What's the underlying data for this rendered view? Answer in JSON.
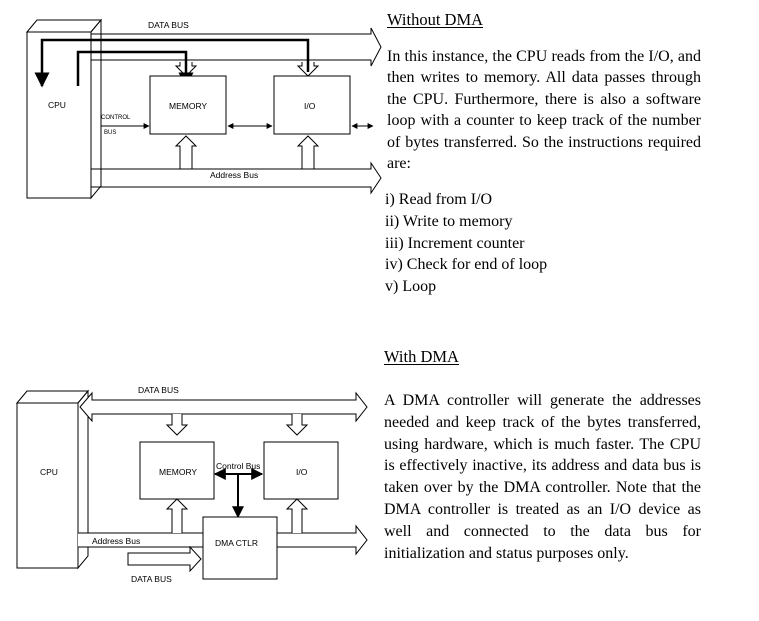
{
  "section_without": {
    "heading": "Without DMA",
    "paragraph": "In this instance, the CPU reads from the I/O, and then writes to memory. All data passes through the CPU. Furthermore, there is also a software loop with a counter to keep track of the number of bytes transferred. So the instructions required are:",
    "steps": [
      "i) Read from I/O",
      "ii) Write to memory",
      "iii) Increment counter",
      "iv) Check for end of loop",
      "v) Loop"
    ]
  },
  "section_with": {
    "heading": "With DMA",
    "paragraph": "A DMA controller will generate the addresses needed and keep track of the bytes transferred, using hardware, which is much faster. The CPU is effectively inactive, its address and data bus is taken over by the DMA controller. Note that the DMA controller is treated as an I/O device as well and connected to the data bus for initialization and status purposes only."
  },
  "diagram_without": {
    "data_bus": "DATA BUS",
    "cpu": "CPU",
    "memory": "MEMORY",
    "io": "I/O",
    "control": "CONTROL",
    "bus": "BUS",
    "address_bus": "Address Bus"
  },
  "diagram_with": {
    "data_bus": "DATA BUS",
    "cpu": "CPU",
    "memory": "MEMORY",
    "control_bus": "Control Bus",
    "io": "I/O",
    "dma_ctlr": "DMA CTLR",
    "address_bus": "Address Bus",
    "data_bus_bottom": "DATA BUS"
  }
}
